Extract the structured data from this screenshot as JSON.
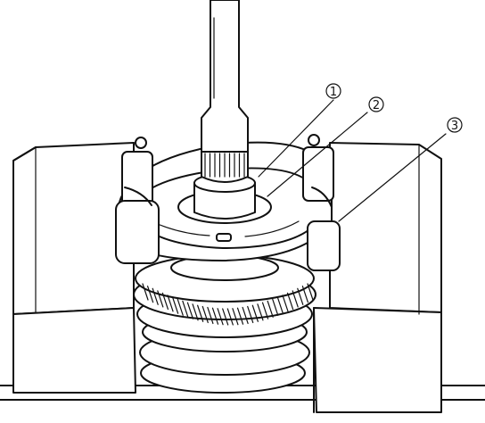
{
  "diagram": {
    "callouts": [
      {
        "id": "callout-1",
        "label": "1"
      },
      {
        "id": "callout-2",
        "label": "2"
      },
      {
        "id": "callout-3",
        "label": "3"
      }
    ],
    "colors": {
      "ink": "#111111",
      "paper": "#ffffff"
    }
  }
}
